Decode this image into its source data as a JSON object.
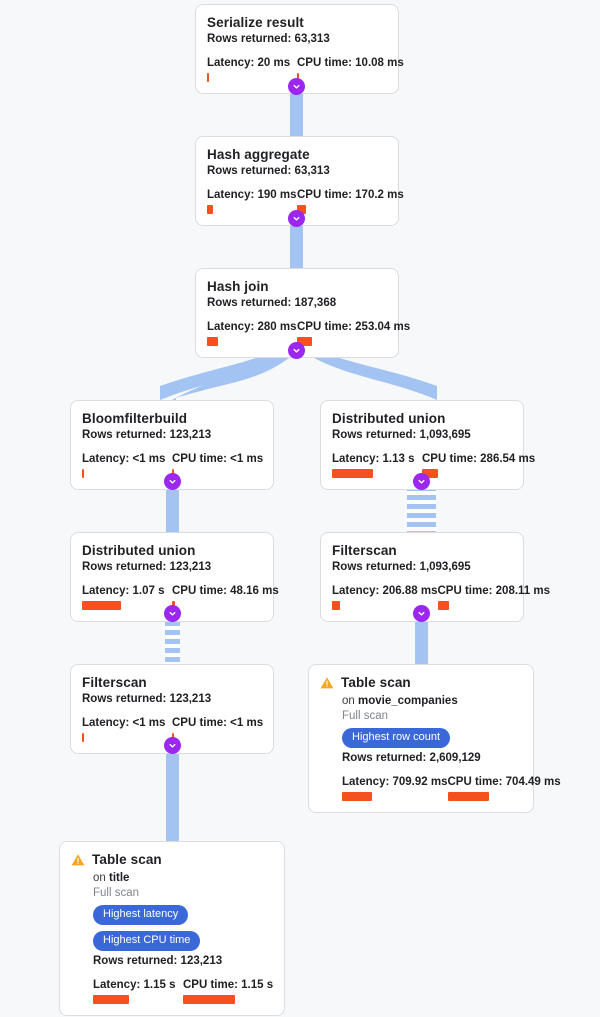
{
  "theme": {
    "background": "#f6f8fa",
    "card_bg": "#ffffff",
    "card_border": "#dadce0",
    "edge_color": "#a3c4f3",
    "chevron_color": "#9c27f0",
    "badge_color": "#3b68d8",
    "metric_bar_color": "#f4511e",
    "warning_color": "#f5a623"
  },
  "labels": {
    "rows_prefix": "Rows returned: ",
    "latency_prefix": "Latency: ",
    "cpu_prefix": "CPU time: ",
    "on_prefix": "on ",
    "expand_icon": "chevron-down-icon",
    "warning_icon": "warning-triangle-icon"
  },
  "chart_data": {
    "type": "diagram",
    "title": "Query execution plan",
    "orientation": "top-down",
    "nodes": [
      {
        "id": "serialize-result",
        "title": "Serialize result",
        "rows_returned": "63,313",
        "latency": "20 ms",
        "cpu_time": "10.08 ms",
        "latency_bar_pct": 2,
        "cpu_bar_pct": 2
      },
      {
        "id": "hash-aggregate",
        "title": "Hash aggregate",
        "rows_returned": "63,313",
        "latency": "190 ms",
        "cpu_time": "170.2 ms",
        "latency_bar_pct": 7,
        "cpu_bar_pct": 8
      },
      {
        "id": "hash-join",
        "title": "Hash join",
        "rows_returned": "187,368",
        "latency": "280 ms",
        "cpu_time": "253.04 ms",
        "latency_bar_pct": 12,
        "cpu_bar_pct": 13
      },
      {
        "id": "bloomfilterbuild",
        "title": "Bloomfilterbuild",
        "rows_returned": "123,213",
        "latency": "<1 ms",
        "cpu_time": "<1 ms",
        "latency_bar_pct": 2,
        "cpu_bar_pct": 2
      },
      {
        "id": "distributed-union-right",
        "title": "Distributed union",
        "rows_returned": "1,093,695",
        "latency": "1.13 s",
        "cpu_time": "286.54 ms",
        "latency_bar_pct": 45,
        "cpu_bar_pct": 14
      },
      {
        "id": "distributed-union-left",
        "title": "Distributed union",
        "rows_returned": "123,213",
        "latency": "1.07 s",
        "cpu_time": "48.16 ms",
        "latency_bar_pct": 43,
        "cpu_bar_pct": 3
      },
      {
        "id": "filterscan-right",
        "title": "Filterscan",
        "rows_returned": "1,093,695",
        "latency": "206.88 ms",
        "cpu_time": "208.11 ms",
        "latency_bar_pct": 8,
        "cpu_bar_pct": 10
      },
      {
        "id": "filterscan-left",
        "title": "Filterscan",
        "rows_returned": "123,213",
        "latency": "<1 ms",
        "cpu_time": "<1 ms",
        "latency_bar_pct": 2,
        "cpu_bar_pct": 2
      },
      {
        "id": "table-scan-movie-companies",
        "title": "Table scan",
        "on_table": "movie_companies",
        "scan_type": "Full scan",
        "warning": true,
        "badges": [
          "Highest row count"
        ],
        "rows_returned": "2,609,129",
        "latency": "709.92 ms",
        "cpu_time": "704.49 ms",
        "latency_bar_pct": 28,
        "cpu_bar_pct": 37
      },
      {
        "id": "table-scan-title",
        "title": "Table scan",
        "on_table": "title",
        "scan_type": "Full scan",
        "warning": true,
        "badges": [
          "Highest latency",
          "Highest CPU time"
        ],
        "rows_returned": "123,213",
        "latency": "1.15 s",
        "cpu_time": "1.15 s",
        "latency_bar_pct": 40,
        "cpu_bar_pct": 58
      }
    ],
    "edges": [
      {
        "from": "hash-aggregate",
        "to": "serialize-result",
        "style": "solid"
      },
      {
        "from": "hash-join",
        "to": "hash-aggregate",
        "style": "solid"
      },
      {
        "from": "bloomfilterbuild",
        "to": "hash-join",
        "style": "curve-left"
      },
      {
        "from": "distributed-union-right",
        "to": "hash-join",
        "style": "curve-right"
      },
      {
        "from": "distributed-union-left",
        "to": "bloomfilterbuild",
        "style": "solid"
      },
      {
        "from": "filterscan-right",
        "to": "distributed-union-right",
        "style": "striped-wide"
      },
      {
        "from": "filterscan-left",
        "to": "distributed-union-left",
        "style": "striped-narrow"
      },
      {
        "from": "table-scan-movie-companies",
        "to": "filterscan-right",
        "style": "solid"
      },
      {
        "from": "table-scan-title",
        "to": "filterscan-left",
        "style": "solid"
      }
    ]
  }
}
